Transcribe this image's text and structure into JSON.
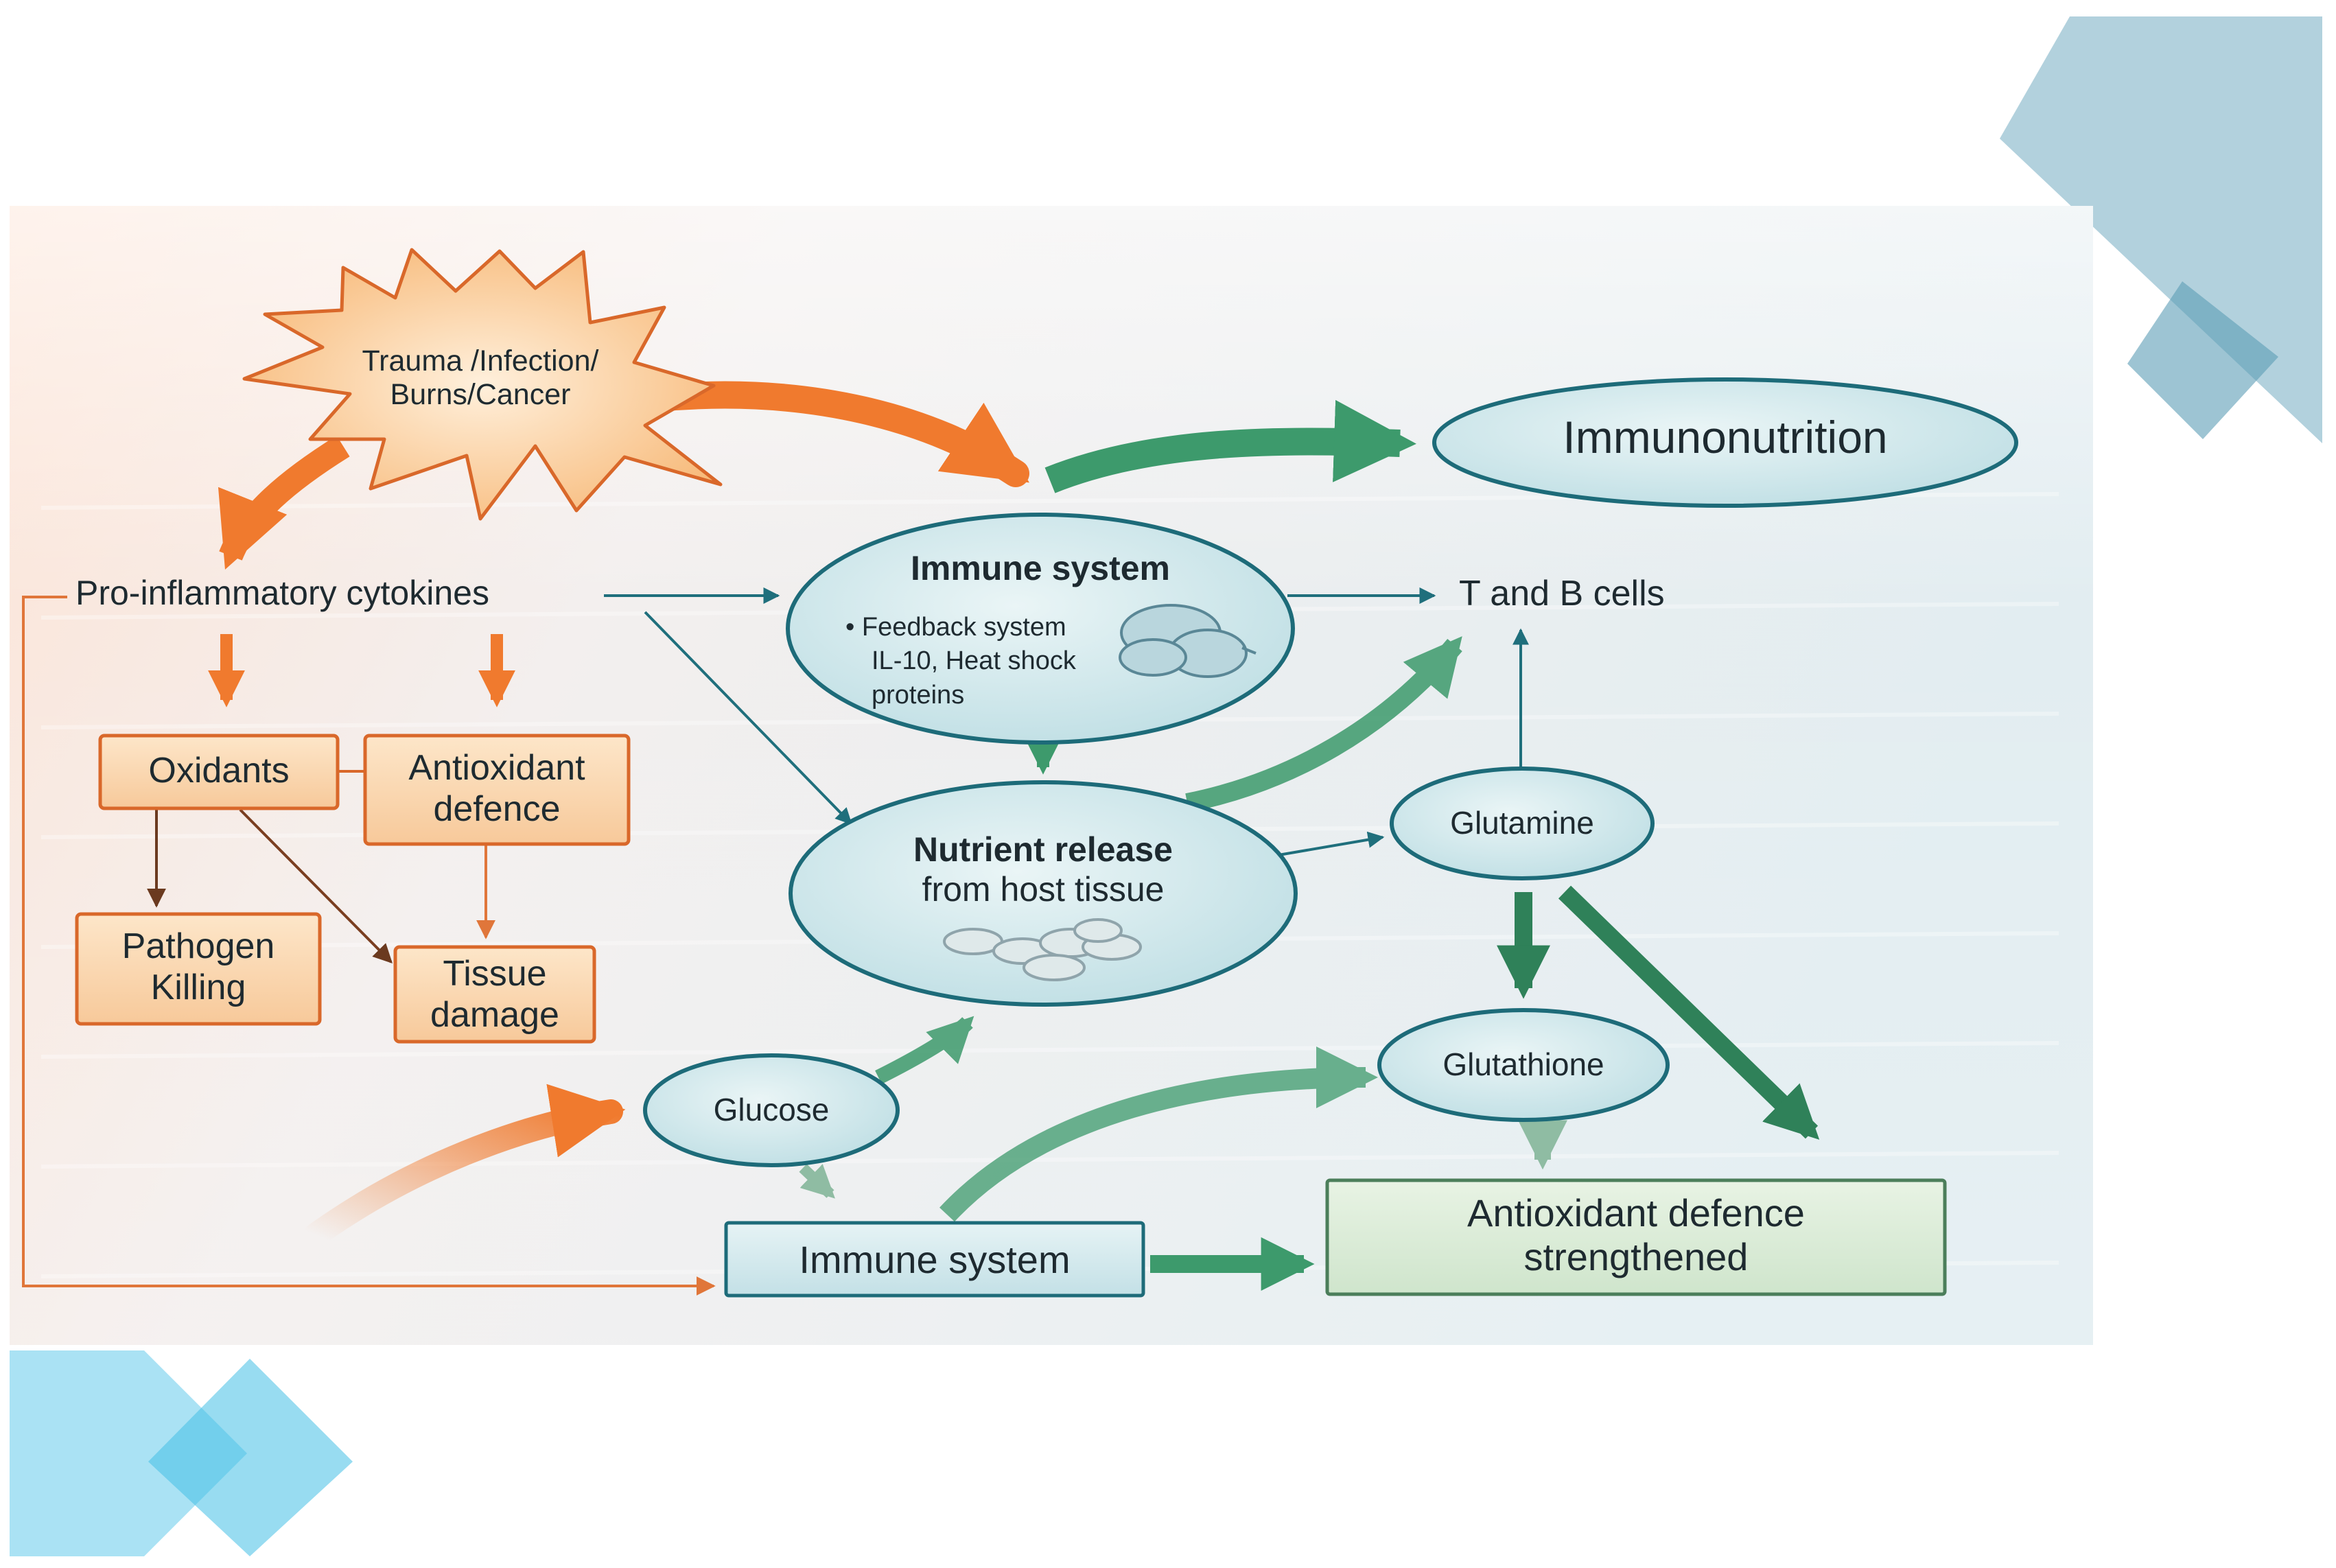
{
  "diagram": {
    "trigger": [
      "Trauma /Infection/",
      "Burns/Cancer"
    ],
    "cytokines": "Pro-inflammatory cytokines",
    "oxidants": "Oxidants",
    "antioxidant_defence": [
      "Antioxidant",
      "defence"
    ],
    "pathogen_killing": [
      "Pathogen",
      "Killing"
    ],
    "tissue_damage": [
      "Tissue",
      "damage"
    ],
    "immune_system_top": {
      "title": "Immune system",
      "bullets": [
        "• Feedback system",
        "IL-10, Heat shock",
        "proteins"
      ]
    },
    "immunonutrition": "Immunonutrition",
    "t_b_cells": "T and B cells",
    "nutrient_release": [
      "Nutrient release",
      "from host tissue"
    ],
    "glutamine": "Glutamine",
    "glutathione": "Glutathione",
    "glucose": "Glucose",
    "immune_system_bottom": "Immune system",
    "antioxidant_strengthened": [
      "Antioxidant defence",
      "strengthened"
    ]
  },
  "colors": {
    "orange": "#f07a2e",
    "teal": "#1f6f7c",
    "green": "#3d9a6c",
    "brown": "#7a3e20",
    "box_orange_fill": "#fbd4a8",
    "box_orange_stroke": "#d9682a",
    "node_fill": "#d6ecef",
    "node_stroke": "#1d6b79",
    "green_box_fill": "#dceedd",
    "green_box_stroke": "#4b7e5a",
    "deco_dark": "#7fb3c7",
    "deco_light": "#43bfe6"
  }
}
